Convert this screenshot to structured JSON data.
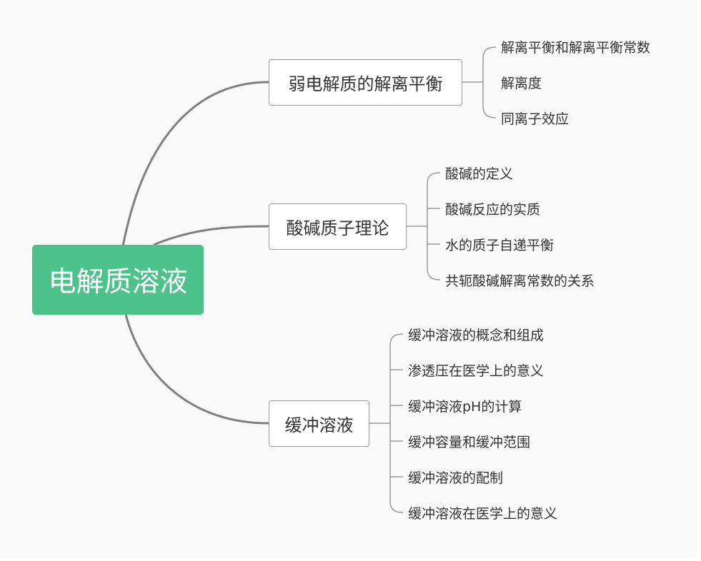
{
  "root": {
    "label": "电解质溶液",
    "color": "#4dc38b"
  },
  "branches": [
    {
      "label": "弱电解质的解离平衡",
      "children": [
        "解离平衡和解离平衡常数",
        "解离度",
        "同离子效应"
      ]
    },
    {
      "label": "酸碱质子理论",
      "children": [
        "酸碱的定义",
        "酸碱反应的实质",
        "水的质子自递平衡",
        "共轭酸碱解离常数的关系"
      ]
    },
    {
      "label": "缓冲溶液",
      "children": [
        "缓冲溶液的概念和组成",
        "渗透压在医学上的意义",
        "缓冲溶液pH的计算",
        "缓冲容量和缓冲范围",
        "缓冲溶液的配制",
        "缓冲溶液在医学上的意义"
      ]
    }
  ],
  "colors": {
    "connector": "#808080",
    "bracket": "#9a9a9a",
    "background": "#fafafa"
  }
}
